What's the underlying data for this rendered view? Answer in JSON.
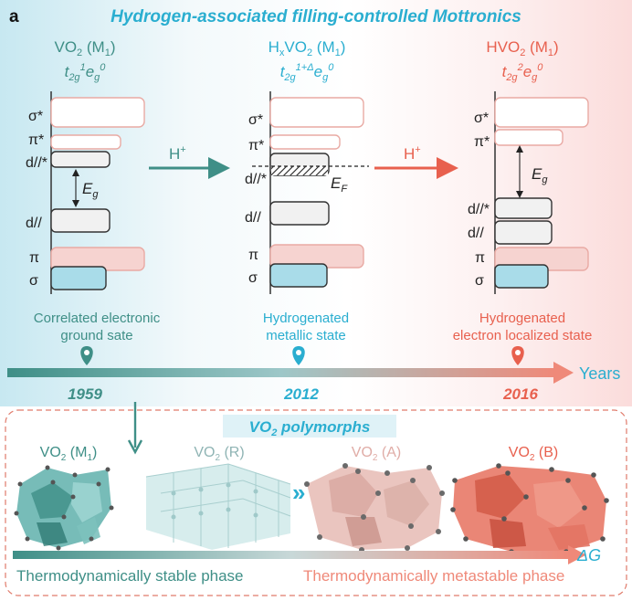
{
  "figure": {
    "panel_letter": "a",
    "title": "Hydrogen-associated filling-controlled Mottronics"
  },
  "colors": {
    "teal": "#3f8f87",
    "cyan": "#2aaed0",
    "red": "#e8604e",
    "pink_fill": "#f6d3d0",
    "blue_fill": "#a9dce9",
    "gray_fill": "#f1f1f1"
  },
  "states": [
    {
      "compound_main": "VO",
      "compound_sub": "2",
      "compound_paren": " (M",
      "compound_paren_sub": "1",
      "compound_close": ")",
      "config_t": "t",
      "config_t_sub": "2g",
      "config_t_sup": "1",
      "config_e": "e",
      "config_e_sub": "g",
      "config_e_sup": "0",
      "levels": [
        "σ*",
        "π*",
        "d//*",
        "d//",
        "π",
        "σ"
      ],
      "gap_label": "E",
      "gap_label_sub": "g",
      "description_line1": "Correlated electronic",
      "description_line2": "ground sate",
      "year": "1959"
    },
    {
      "compound_prefix": "H",
      "compound_prefix_sub": "x",
      "compound_main": "VO",
      "compound_sub": "2",
      "compound_paren": " (M",
      "compound_paren_sub": "1",
      "compound_close": ")",
      "config_t": "t",
      "config_t_sub": "2g",
      "config_t_sup": "1+Δ",
      "config_e": "e",
      "config_e_sub": "g",
      "config_e_sup": "0",
      "levels": [
        "σ*",
        "π*",
        "d//*",
        "d//",
        "π",
        "σ"
      ],
      "fermi_label": "E",
      "fermi_label_sub": "F",
      "description_line1": "Hydrogenated",
      "description_line2": "metallic state",
      "year": "2012"
    },
    {
      "compound_main": "HVO",
      "compound_sub": "2",
      "compound_paren": " (M",
      "compound_paren_sub": "1",
      "compound_close": ")",
      "config_t": "t",
      "config_t_sub": "2g",
      "config_t_sup": "2",
      "config_e": "e",
      "config_e_sub": "g",
      "config_e_sup": "0",
      "levels": [
        "σ*",
        "π*",
        "d//*",
        "d//",
        "π",
        "σ"
      ],
      "gap_label": "E",
      "gap_label_sub": "g",
      "description_line1": "Hydrogenated",
      "description_line2": "electron localized state",
      "year": "2016"
    }
  ],
  "transitions": [
    {
      "label": "H",
      "sup": "+"
    },
    {
      "label": "H",
      "sup": "+"
    }
  ],
  "timeline": {
    "axis_label": "Years"
  },
  "polymorphs": {
    "title_main": "VO",
    "title_sub": "2",
    "title_rest": " polymorphs",
    "items": [
      {
        "main": "VO",
        "sub": "2",
        "paren": " (M",
        "paren_sub": "1",
        "close": ")"
      },
      {
        "main": "VO",
        "sub": "2",
        "paren": " (R)"
      },
      {
        "main": "VO",
        "sub": "2",
        "paren": " (A)"
      },
      {
        "main": "VO",
        "sub": "2",
        "paren": " (B)"
      }
    ],
    "chevrons": "»",
    "energy_axis": "ΔG",
    "stable_label": "Thermodynamically stable phase",
    "metastable_label": "Thermodynamically metastable phase"
  }
}
